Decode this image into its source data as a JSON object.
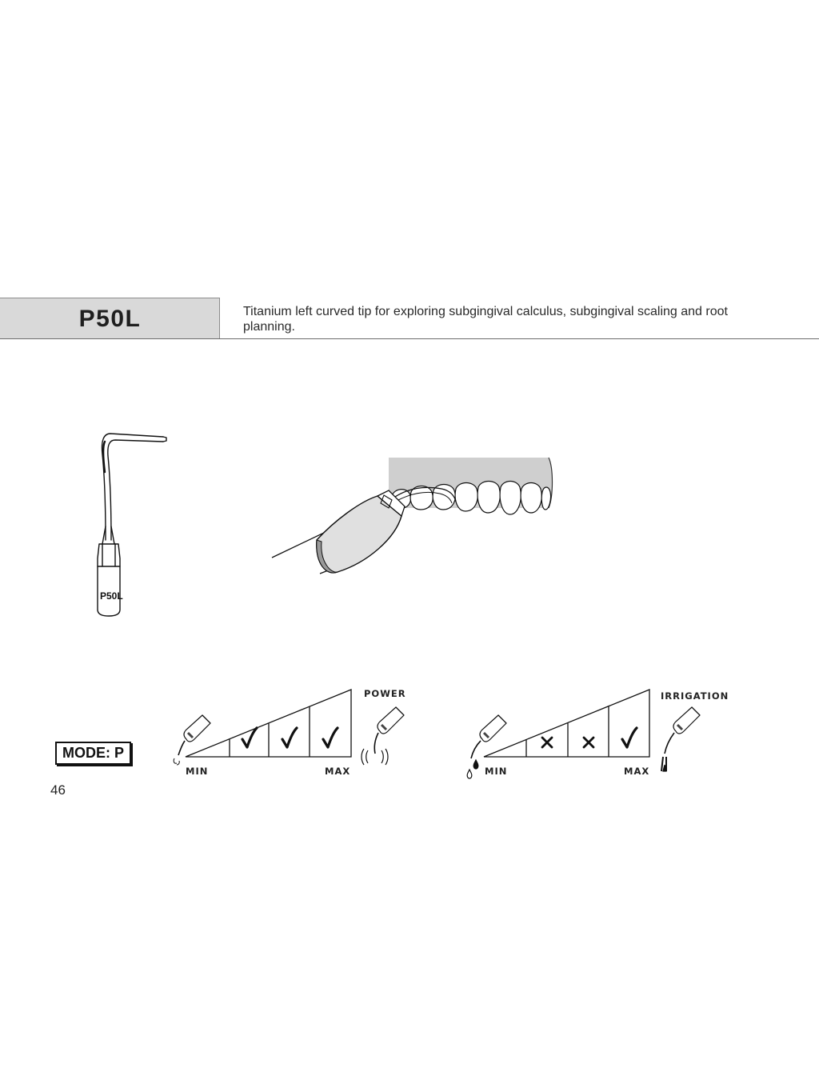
{
  "header": {
    "model_code": "P50L",
    "description": "Titanium left curved tip for exploring subgingival calculus, subgingival scaling and root planning."
  },
  "tip_illustration": {
    "engraving": "P50L"
  },
  "mode": {
    "label": "MODE: P"
  },
  "power_scale": {
    "title": "POWER",
    "min_label": "MIN",
    "max_label": "MAX",
    "levels": [
      "check",
      "check",
      "check"
    ]
  },
  "irrigation_scale": {
    "title": "IRRIGATION",
    "min_label": "MIN",
    "max_label": "MAX",
    "levels": [
      "cross",
      "cross",
      "check"
    ]
  },
  "page": {
    "number": "46"
  }
}
